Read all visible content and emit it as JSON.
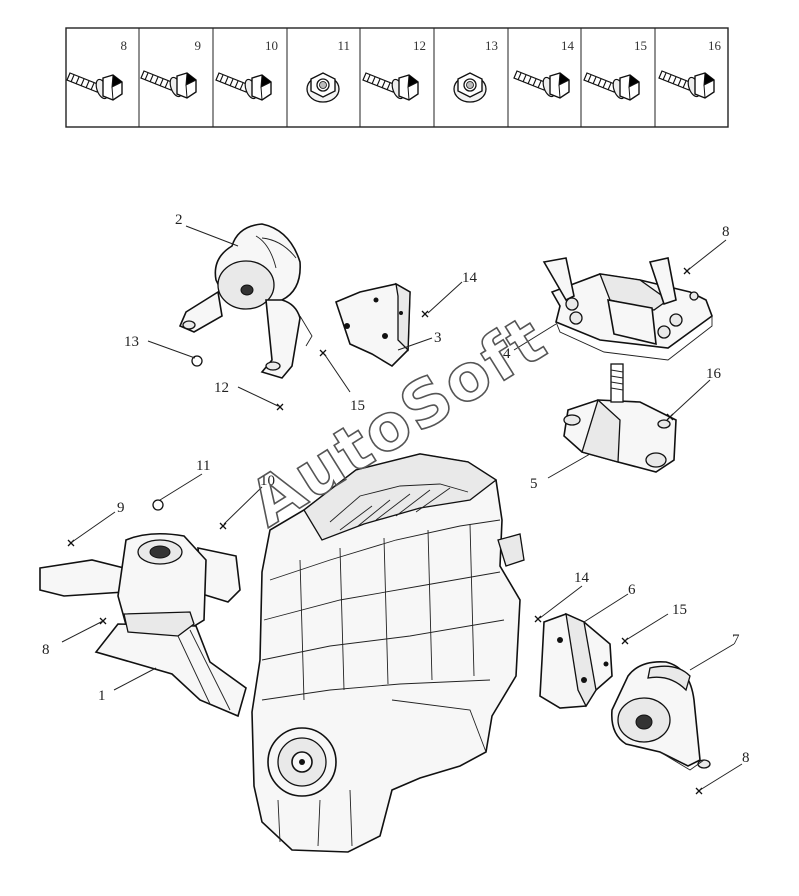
{
  "fastener_table": {
    "cells": [
      {
        "number": "8",
        "icon": "hex-flange-bolt"
      },
      {
        "number": "9",
        "icon": "hex-flange-bolt"
      },
      {
        "number": "10",
        "icon": "hex-flange-bolt"
      },
      {
        "number": "11",
        "icon": "flange-nut"
      },
      {
        "number": "12",
        "icon": "hex-flange-bolt"
      },
      {
        "number": "13",
        "icon": "flange-nut"
      },
      {
        "number": "14",
        "icon": "hex-flange-bolt"
      },
      {
        "number": "15",
        "icon": "hex-flange-bolt"
      },
      {
        "number": "16",
        "icon": "hex-flange-bolt"
      }
    ]
  },
  "callouts": {
    "c1": "1",
    "c2": "2",
    "c3": "3",
    "c4": "4",
    "c5": "5",
    "c6": "6",
    "c7": "7",
    "c8a": "8",
    "c8b": "8",
    "c8c": "8",
    "c9": "9",
    "c10": "10",
    "c11": "11",
    "c12": "12",
    "c13": "13",
    "c14a": "14",
    "c14b": "14",
    "c15a": "15",
    "c15b": "15",
    "c16": "16"
  },
  "watermark": "AutoSoft"
}
